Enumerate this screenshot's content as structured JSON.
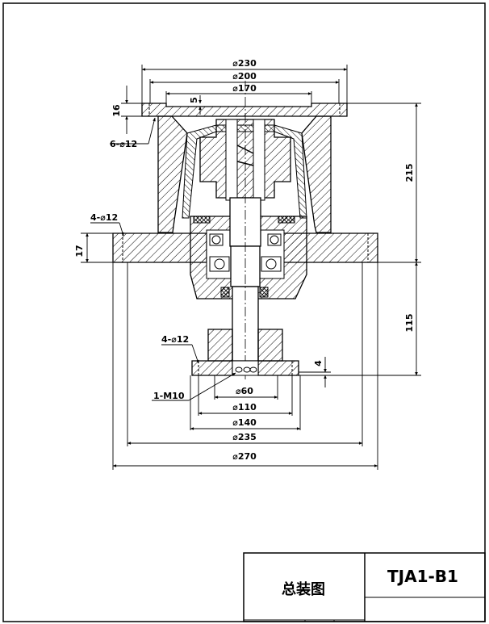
{
  "dimensions": {
    "d230": "⌀230",
    "d200": "⌀200",
    "d170": "⌀170",
    "d60": "⌀60",
    "d110": "⌀110",
    "d140": "⌀140",
    "d235": "⌀235",
    "d270": "⌀270",
    "h16": "16",
    "h5": "5",
    "h215": "215",
    "h17": "17",
    "h115": "115",
    "h4": "4"
  },
  "callouts": {
    "top_holes": "6-⌀12",
    "mid_holes": "4-⌀12",
    "base_holes": "4-⌀12",
    "thread": "1-M10"
  },
  "title_block": {
    "name": "总装图",
    "code": "TJA1-B1"
  }
}
